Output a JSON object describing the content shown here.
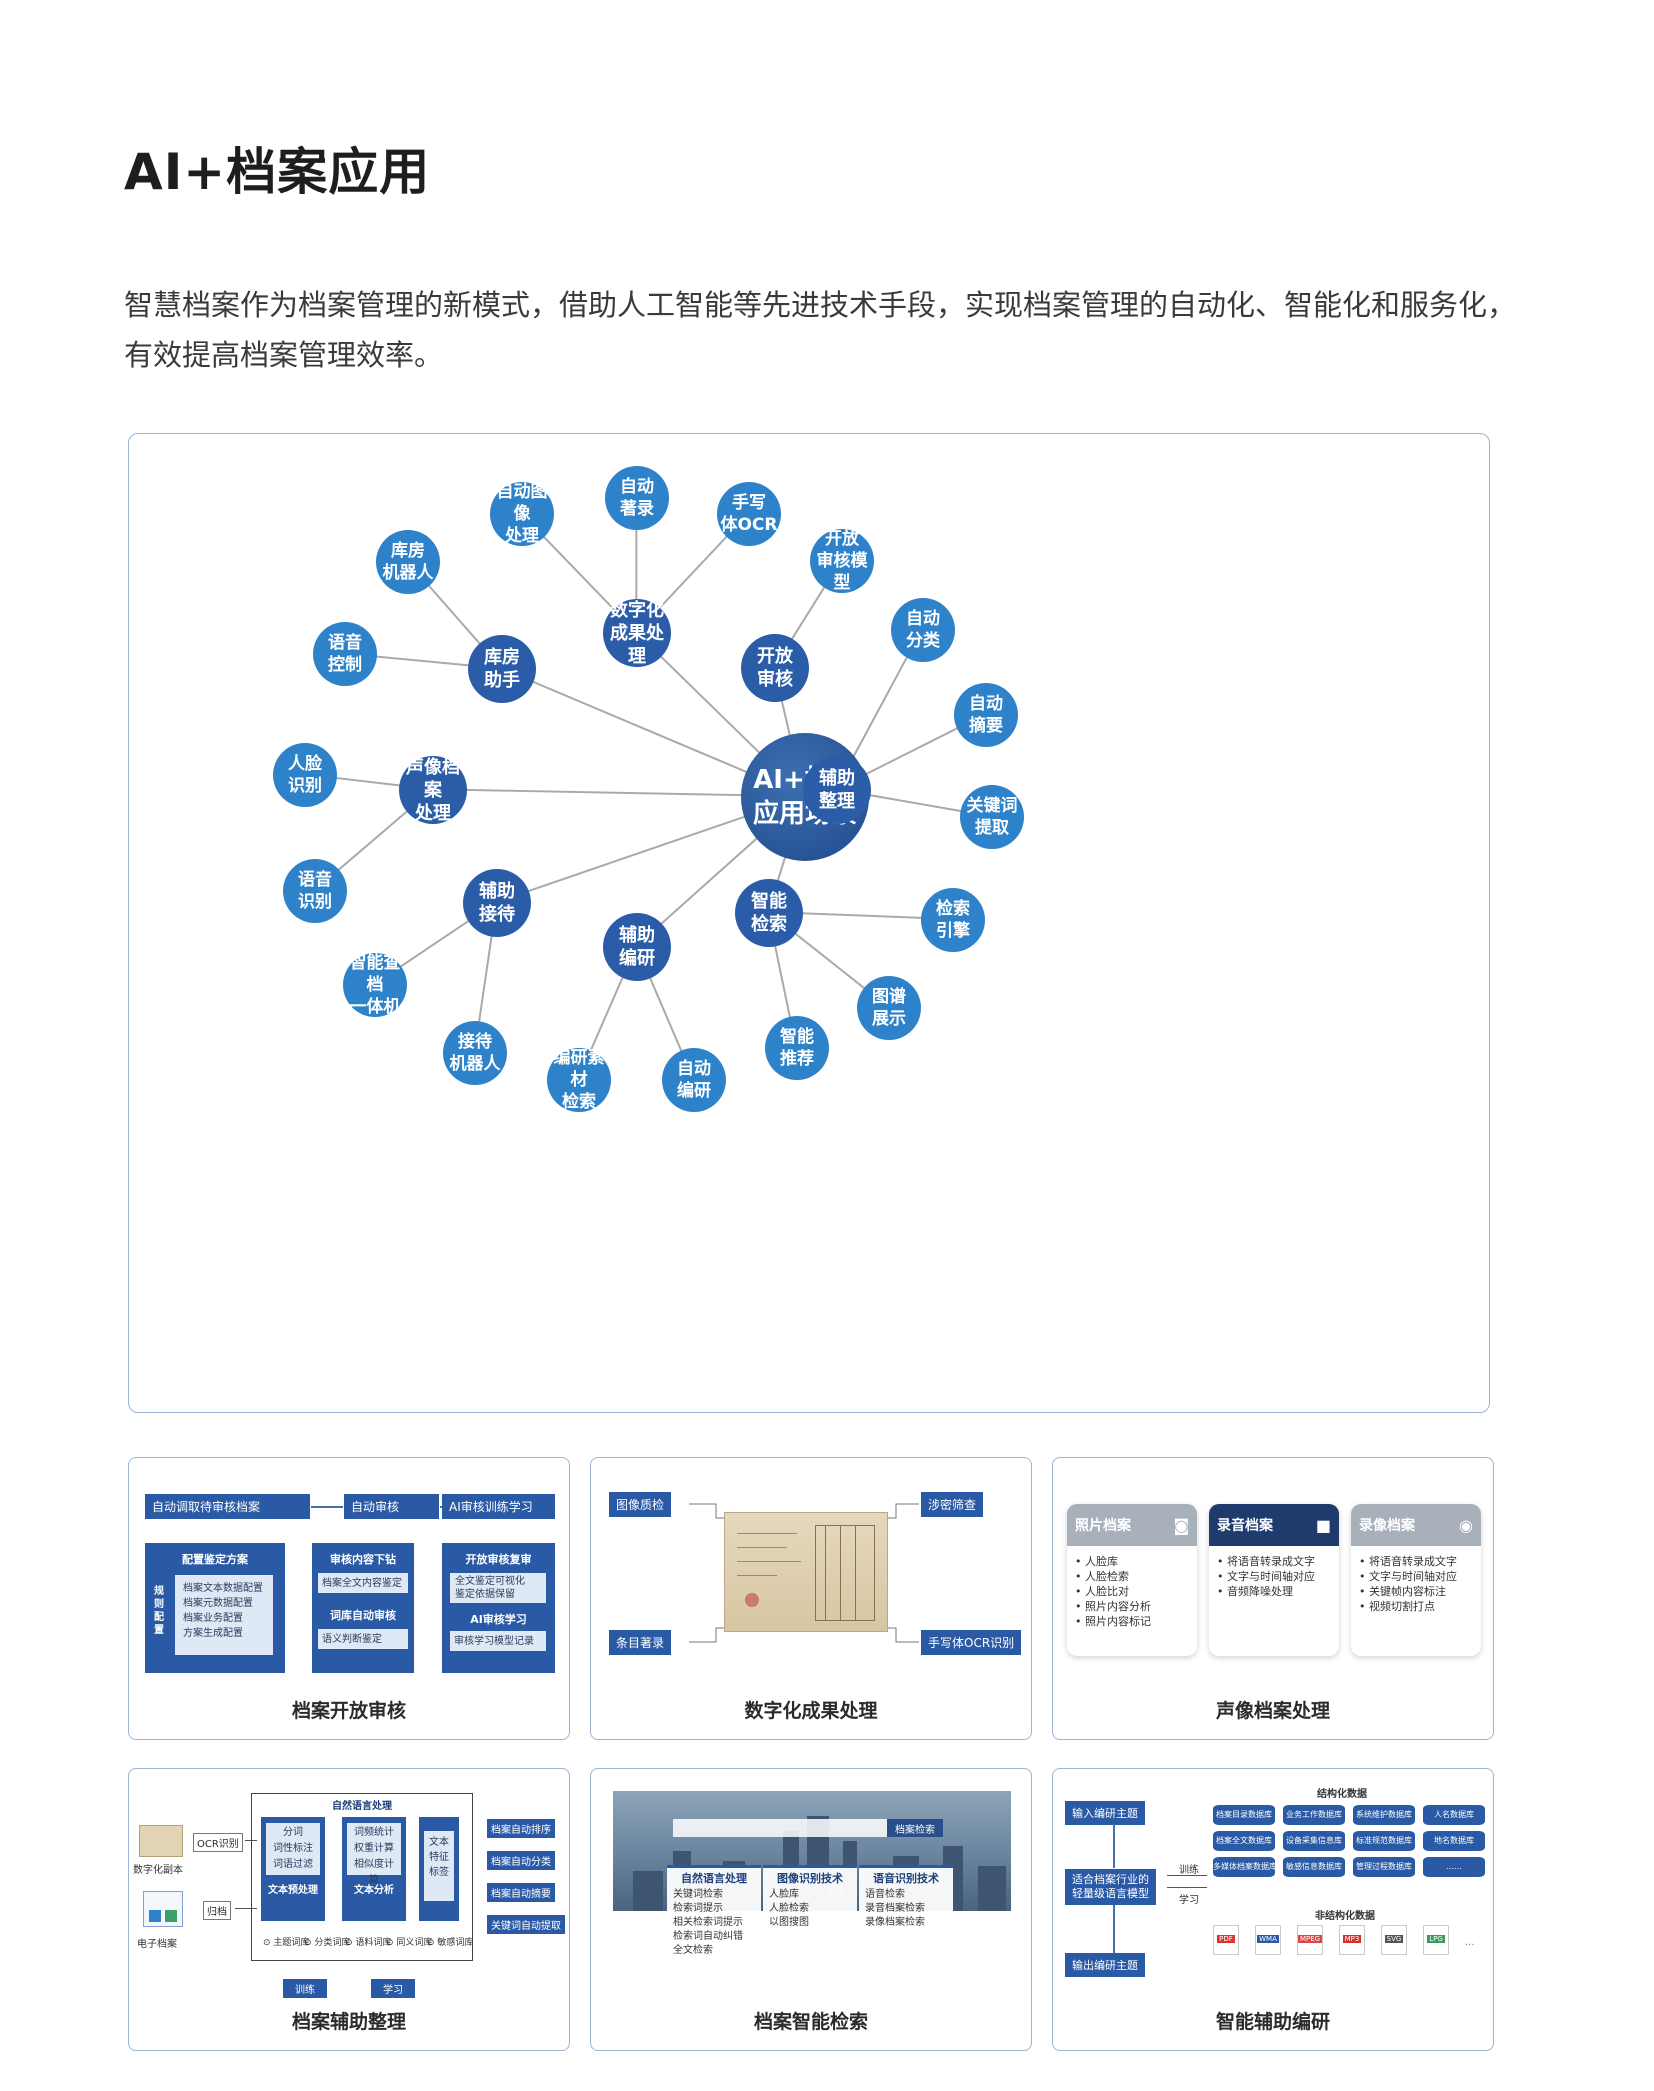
{
  "page": {
    "title": "AI+档案应用",
    "intro": "智慧档案作为档案管理的新模式，借助人工智能等先进技术手段，实现档案管理的自动化、智能化和服务化，有效提高档案管理效率。"
  },
  "mindmap": {
    "center": "AI+档案\n应用场景",
    "branches": [
      {
        "label": "数字化\n成果处理",
        "children": [
          "自动图像\n处理",
          "自动\n著录",
          "手写\n体OCR"
        ]
      },
      {
        "label": "开放\n审核",
        "children": [
          "开放\n审核模型"
        ]
      },
      {
        "label": "辅助\n整理",
        "children": [
          "自动\n分类",
          "自动\n摘要",
          "关键词\n提取"
        ]
      },
      {
        "label": "智能\n检索",
        "children": [
          "检索\n引擎",
          "图谱\n展示",
          "智能\n推荐"
        ]
      },
      {
        "label": "辅助\n编研",
        "children": [
          "编研素材\n检索",
          "自动\n编研"
        ]
      },
      {
        "label": "辅助\n接待",
        "children": [
          "智能查档\n一体机",
          "接待\n机器人"
        ]
      },
      {
        "label": "声像档案\n处理",
        "children": [
          "人脸\n识别",
          "语音\n识别"
        ]
      },
      {
        "label": "库房\n助手",
        "children": [
          "库房\n机器人",
          "语音\n控制"
        ]
      }
    ]
  },
  "cards": {
    "open_review": {
      "title": "档案开放审核",
      "steps": [
        "自动调取待审核档案",
        "自动审核",
        "AI审核训练学习"
      ],
      "col1_title": "配置鉴定方案",
      "col1_side": "规则配置",
      "col1_items": [
        "档案文本数据配置",
        "档案元数据配置",
        "档案业务配置",
        "方案生成配置"
      ],
      "col2_title": "审核内容下钻",
      "col2_item": "档案全文内容鉴定",
      "col2_title2": "词库自动审核",
      "col2_item2": "语义判断鉴定",
      "col3_title": "开放审核复审",
      "col3_items": [
        "全文鉴定可视化",
        "鉴定依据保留"
      ],
      "col3_title2": "AI审核学习",
      "col3_item2": "审核学习模型记录"
    },
    "digitization": {
      "title": "数字化成果处理",
      "tags": [
        "图像质检",
        "涉密筛查",
        "条目著录",
        "手写体OCR识别"
      ]
    },
    "av_archives": {
      "title": "声像档案处理",
      "items": [
        {
          "head": "照片档案",
          "icon": "camera-icon",
          "lines": [
            "人脸库",
            "人脸检索",
            "人脸比对",
            "照片内容分析",
            "照片内容标记"
          ]
        },
        {
          "head": "录音档案",
          "icon": "video-icon",
          "lines": [
            "将语音转录成文字",
            "文字与时间轴对应",
            "音频降噪处理"
          ]
        },
        {
          "head": "录像档案",
          "icon": "film-icon",
          "lines": [
            "将语音转录成文字",
            "文字与时间轴对应",
            "关键帧内容标注",
            "视频切割打点"
          ]
        }
      ]
    },
    "assist_organize": {
      "title": "档案辅助整理",
      "nlp_title": "自然语言处理",
      "inputs": [
        "数字化副本",
        "电子档案"
      ],
      "input_actions": [
        "OCR识别",
        "归档"
      ],
      "blocks": [
        {
          "items": [
            "分词",
            "词性标注",
            "词语过滤"
          ],
          "title": "文本预处理"
        },
        {
          "items": [
            "词频统计",
            "权重计算",
            "相似度计算"
          ],
          "title": "文本分析"
        },
        {
          "items": [
            "文本特征标签"
          ],
          "title": ""
        }
      ],
      "dicts": [
        "主题词库",
        "分类词库",
        "语料词库",
        "同义词库",
        "敏感词库"
      ],
      "outputs": [
        "档案自动排序",
        "档案自动分类",
        "档案自动摘要",
        "关键词自动提取"
      ],
      "bottom": [
        "训练",
        "学习"
      ]
    },
    "smart_search": {
      "title": "档案智能检索",
      "search_btn": "档案检索",
      "panels": [
        {
          "title": "自然语言处理",
          "lines": [
            "关键词检索",
            "检索词提示",
            "相关检索词提示",
            "检索词自动纠错",
            "全文检索"
          ]
        },
        {
          "title": "图像识别技术",
          "lines": [
            "人脸库",
            "人脸检索",
            "以图搜图"
          ]
        },
        {
          "title": "语音识别技术",
          "lines": [
            "语音检索",
            "录音档案检索",
            "录像档案检索"
          ]
        }
      ]
    },
    "assist_compile": {
      "title": "智能辅助编研",
      "steps": [
        "输入编研主题",
        "适合档案行业的\n轻量级语言模型",
        "输出编研主题"
      ],
      "train": "训练",
      "learn": "学习",
      "structured_title": "结构化数据",
      "structured": [
        "档案目录数据库",
        "业务工作数据库",
        "系统维护数据库",
        "人名数据库",
        "档案全文数据库",
        "设备采集信息库",
        "标准规范数据库",
        "地名数据库",
        "多媒体档案数据库",
        "敏感信息数据库",
        "管理过程数据库",
        "……"
      ],
      "unstructured_title": "非结构化数据",
      "files": [
        "PDF",
        "WMA",
        "MPEG",
        "MP3",
        "SVG",
        "LPG",
        "..."
      ]
    }
  },
  "colors": {
    "dark": "#2a5ca8",
    "light": "#2d82c9",
    "border": "#9fb4d4"
  }
}
